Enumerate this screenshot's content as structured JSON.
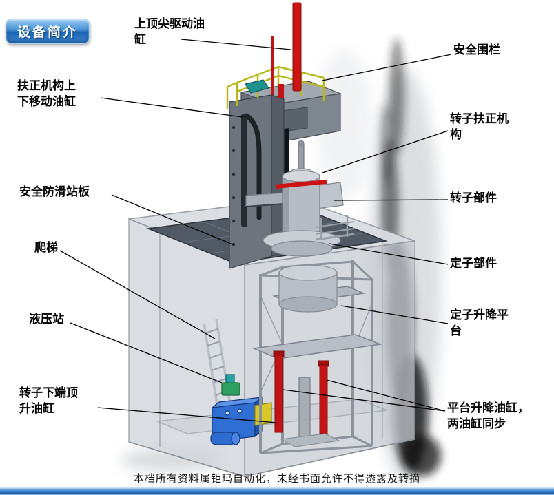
{
  "badge": {
    "label": "设备简介"
  },
  "labels": [
    {
      "name": "top-center-drive-cylinder",
      "text": "上顶尖驱动油缸"
    },
    {
      "name": "safety-fence",
      "text": "安全围栏"
    },
    {
      "name": "righting-mechanism-lift-cylinder",
      "text": "扶正机构上下移动油缸"
    },
    {
      "name": "rotor-righting-mechanism",
      "text": "转子扶正机构"
    },
    {
      "name": "anti-slip-standing-platform",
      "text": "安全防滑站板"
    },
    {
      "name": "rotor-component",
      "text": "转子部件"
    },
    {
      "name": "ladder",
      "text": "爬梯"
    },
    {
      "name": "stator-component",
      "text": "定子部件"
    },
    {
      "name": "hydraulic-station",
      "text": "液压站"
    },
    {
      "name": "stator-lift-platform",
      "text": "定子升降平台"
    },
    {
      "name": "rotor-bottom-jack-cylinder",
      "text": "转子下端顶升油缸"
    },
    {
      "name": "platform-lift-cylinders",
      "text": "平台升降油缸，两油缸同步"
    }
  ],
  "footer": {
    "text": "本档所有资料属钜玛自动化，未经书面允许不得透露及转摘"
  },
  "colors": {
    "accent_red": "#c21414",
    "hydraulic_blue": "#2f6fd4",
    "railing_yellow": "#b8b818",
    "badge_blue": "#2e7cc6",
    "platform_gray": "#515a64"
  }
}
